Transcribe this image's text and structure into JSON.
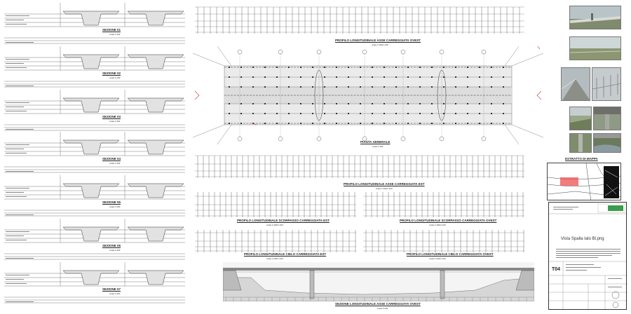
{
  "sections": [
    {
      "name": "SEZIONE 01",
      "scale": "scala 1:200"
    },
    {
      "name": "SEZIONE 02",
      "scale": "scala 1:200"
    },
    {
      "name": "SEZIONE 03",
      "scale": "scala 1:200"
    },
    {
      "name": "SEZIONE 04",
      "scale": "scala 1:200"
    },
    {
      "name": "SEZIONE 05",
      "scale": "scala 1:200"
    },
    {
      "name": "SEZIONE 06",
      "scale": "scala 1:200"
    },
    {
      "name": "SEZIONE 07",
      "scale": "scala 1:200"
    }
  ],
  "drawings": {
    "profile_west": {
      "title": "PROFILO LONGITUDINALE ASSE CARREGGIATA OVEST",
      "scale": "scala 1:200/1:100"
    },
    "plan": {
      "title": "PIANTA GENERALE",
      "scale": "scala 1:200"
    },
    "profile_east": {
      "title": "PROFILO LONGITUDINALE ASSE CARREGGIATA EST",
      "scale": "scala 1:200/1:100"
    },
    "overpass_east": {
      "title": "PROFILO LONGITUDINALE SCORPASSO CARREGGIATA EST",
      "scale": "scala 1:200/1:100"
    },
    "overpass_west": {
      "title": "PROFILO LONGITUDINALE SCORPASSO CARREGGIATA OVEST",
      "scale": "scala 1:200/1:100"
    },
    "ceiling_east": {
      "title": "PROFILO LONGITUDINALE CIELO CARREGGIATA EST",
      "scale": "scala 1:200/1:100"
    },
    "ceiling_west": {
      "title": "PROFILO LONGITUDINALE CIELO CARREGGIATA OVEST",
      "scale": "scala 1:200/1:100"
    },
    "long_section": {
      "title": "SEZIONE LONGITUDINALE ASSE CARREGGIATA OVEST",
      "scale": "scala 1:200"
    }
  },
  "map_title": "ESTRATTO DI MAPPA",
  "title_block": {
    "filename": "Vista Spalla lato Bl.png",
    "code": "T04"
  }
}
